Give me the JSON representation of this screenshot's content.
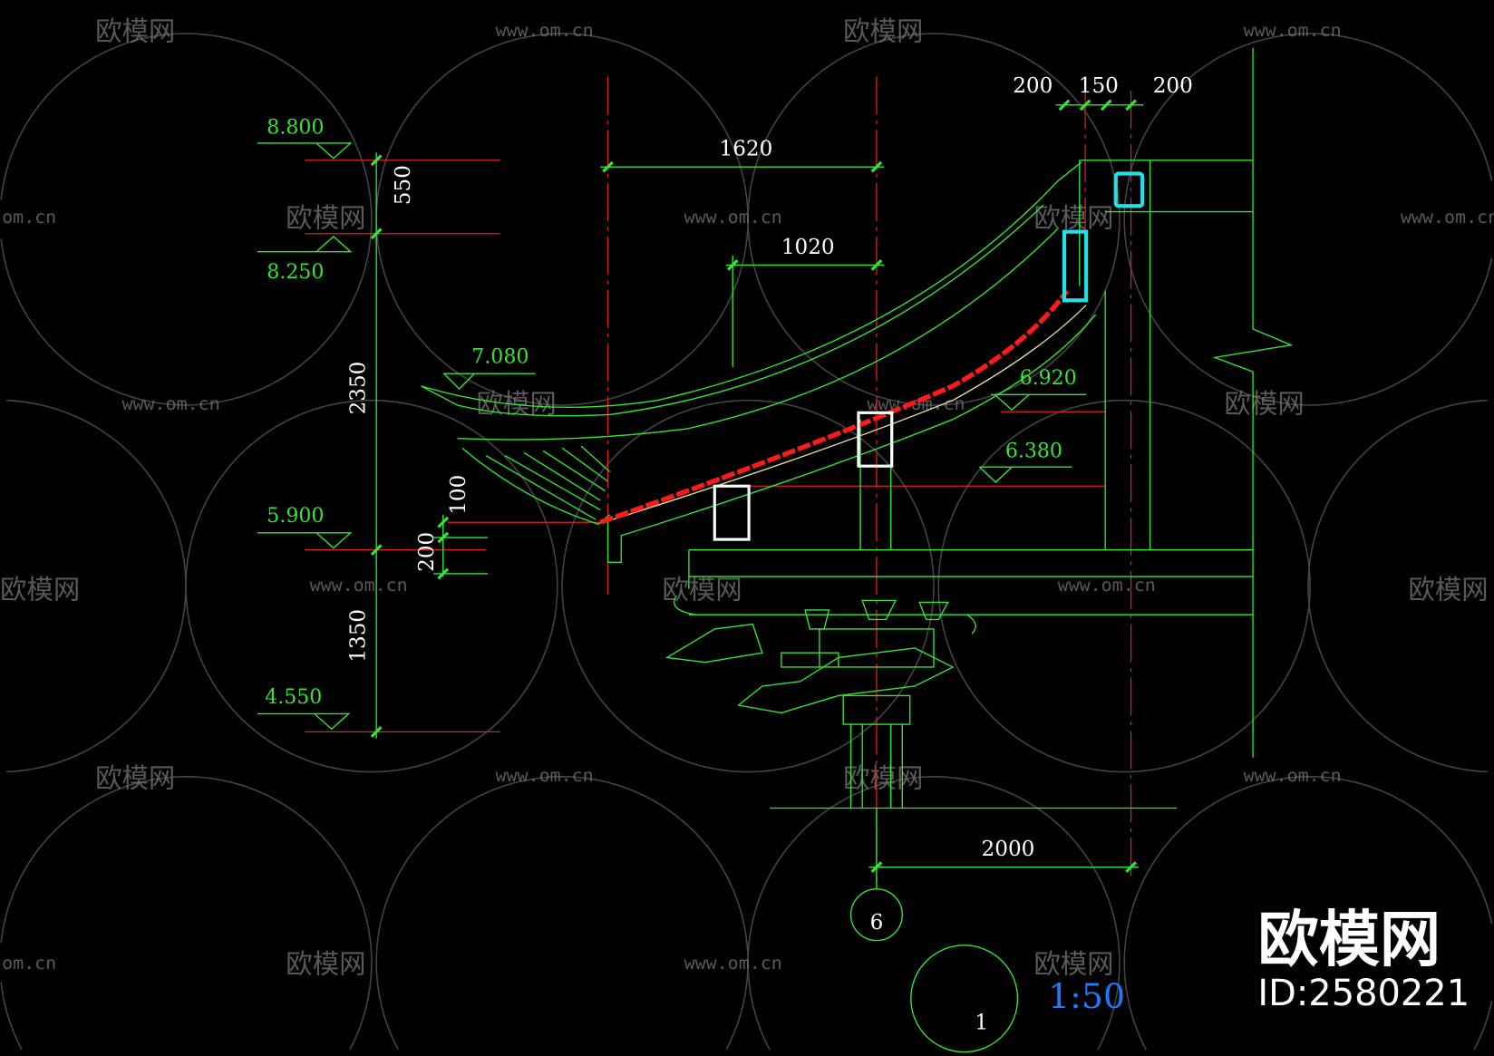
{
  "drawing": {
    "elevations": [
      "8.800",
      "8.250",
      "7.080",
      "6.920",
      "6.380",
      "5.900",
      "4.550"
    ],
    "vertical_dims": [
      "550",
      "2350",
      "100",
      "200",
      "1350"
    ],
    "horizontal_dims": [
      "1620",
      "1020",
      "200",
      "150",
      "200",
      "2000"
    ],
    "grid_axis": "6",
    "detail_number": "1",
    "scale": "1:50",
    "scale_color": "#1e7bff",
    "line_colors": {
      "outline": "#33e633",
      "axis": "#e02020",
      "beam": "#ffffff",
      "purlin": "#22e0e8"
    }
  },
  "watermark": {
    "brand": "欧模网",
    "url": "www.om.cn",
    "url_short": "om.cn",
    "id": "ID:2580221"
  }
}
